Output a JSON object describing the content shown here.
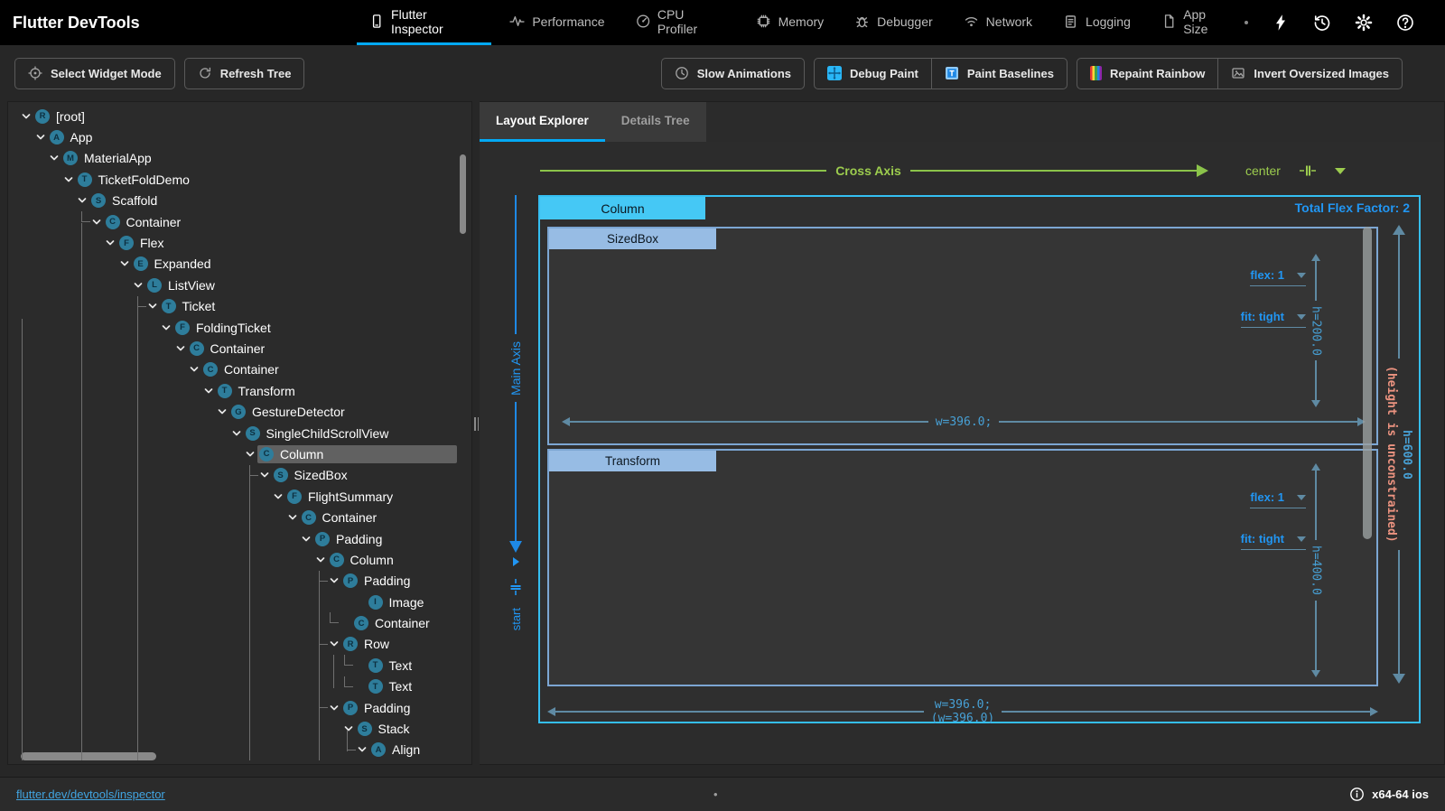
{
  "header": {
    "title": "Flutter DevTools",
    "tabs": [
      {
        "label": "Flutter Inspector",
        "icon": "device-icon",
        "active": true
      },
      {
        "label": "Performance",
        "icon": "performance-icon",
        "active": false
      },
      {
        "label": "CPU Profiler",
        "icon": "cpu-profiler-icon",
        "active": false
      },
      {
        "label": "Memory",
        "icon": "memory-icon",
        "active": false
      },
      {
        "label": "Debugger",
        "icon": "debugger-icon",
        "active": false
      },
      {
        "label": "Network",
        "icon": "network-icon",
        "active": false
      },
      {
        "label": "Logging",
        "icon": "logging-icon",
        "active": false
      },
      {
        "label": "App Size",
        "icon": "app-size-icon",
        "active": false
      }
    ],
    "actions": [
      {
        "name": "hot-reload",
        "icon": "bolt-icon"
      },
      {
        "name": "history",
        "icon": "history-icon"
      },
      {
        "name": "settings",
        "icon": "gear-icon"
      },
      {
        "name": "help",
        "icon": "help-icon"
      }
    ]
  },
  "toolbar": {
    "select_widget_mode": "Select Widget Mode",
    "refresh_tree": "Refresh Tree",
    "slow_animations": "Slow Animations",
    "debug_paint": "Debug Paint",
    "paint_baselines": "Paint Baselines",
    "repaint_rainbow": "Repaint Rainbow",
    "invert_oversized_images": "Invert Oversized Images"
  },
  "widget_tree": {
    "nodes": [
      {
        "label": "[root]",
        "badge": "R",
        "indent": 0
      },
      {
        "label": "App",
        "badge": "A",
        "indent": 1
      },
      {
        "label": "MaterialApp",
        "badge": "M",
        "indent": 2
      },
      {
        "label": "TicketFoldDemo",
        "badge": "T",
        "indent": 3
      },
      {
        "label": "Scaffold",
        "badge": "S",
        "indent": 4
      },
      {
        "label": "Container",
        "badge": "C",
        "indent": 5,
        "connector": true
      },
      {
        "label": "Flex",
        "badge": "F",
        "indent": 6
      },
      {
        "label": "Expanded",
        "badge": "E",
        "indent": 7
      },
      {
        "label": "ListView",
        "badge": "L",
        "indent": 8
      },
      {
        "label": "Ticket",
        "badge": "T",
        "indent": 9,
        "connector": true
      },
      {
        "label": "FoldingTicket",
        "badge": "F",
        "indent": 10
      },
      {
        "label": "Container",
        "badge": "C",
        "indent": 11
      },
      {
        "label": "Container",
        "badge": "C",
        "indent": 12
      },
      {
        "label": "Transform",
        "badge": "T",
        "indent": 13
      },
      {
        "label": "GestureDetector",
        "badge": "G",
        "indent": 14
      },
      {
        "label": "SingleChildScrollView",
        "badge": "S",
        "indent": 15
      },
      {
        "label": "Column",
        "badge": "C",
        "indent": 16,
        "selected": true
      },
      {
        "label": "SizedBox",
        "badge": "S",
        "indent": 17,
        "connector": true
      },
      {
        "label": "FlightSummary",
        "badge": "F",
        "indent": 18
      },
      {
        "label": "Container",
        "badge": "C",
        "indent": 19
      },
      {
        "label": "Padding",
        "badge": "P",
        "indent": 20
      },
      {
        "label": "Column",
        "badge": "C",
        "indent": 21
      },
      {
        "label": "Padding",
        "badge": "P",
        "indent": 22,
        "connector": true
      },
      {
        "label": "Image",
        "badge": "I",
        "indent": 23,
        "leaf": true
      },
      {
        "label": "Container",
        "badge": "C",
        "indent": 22,
        "leaf": true,
        "connector": true
      },
      {
        "label": "Row",
        "badge": "R",
        "indent": 22,
        "connector": true
      },
      {
        "label": "Text",
        "badge": "T",
        "indent": 23,
        "leaf": true,
        "connector": true
      },
      {
        "label": "Text",
        "badge": "T",
        "indent": 23,
        "leaf": true,
        "connector": true
      },
      {
        "label": "Padding",
        "badge": "P",
        "indent": 22,
        "connector": true
      },
      {
        "label": "Stack",
        "badge": "S",
        "indent": 23
      },
      {
        "label": "Align",
        "badge": "A",
        "indent": 24,
        "connector": true
      }
    ]
  },
  "layout_explorer": {
    "tabs": [
      "Layout Explorer",
      "Details Tree"
    ],
    "cross_axis": {
      "label": "Cross Axis",
      "value": "center"
    },
    "main_axis": {
      "label": "Main Axis",
      "value": "start"
    },
    "total_flex_factor": "Total Flex Factor: 2",
    "root": {
      "name": "Column",
      "height": "h=600.0",
      "height_note": "(height is unconstrained)"
    },
    "children": [
      {
        "name": "SizedBox",
        "flex": "flex: 1",
        "fit": "fit: tight",
        "height": "h=200.0",
        "width": "w=396.0;"
      },
      {
        "name": "Transform",
        "flex": "flex: 1",
        "fit": "fit: tight",
        "height": "h=400.0",
        "width": "w=396.0;",
        "width_constraint": "(w=396.0)"
      }
    ]
  },
  "status_bar": {
    "link": "flutter.dev/devtools/inspector",
    "separator": "•",
    "platform": "x64-64 ios"
  },
  "colors": {
    "accent_blue": "#03a9f4",
    "flex_blue": "#2196f3",
    "dimension_blue": "#47a0d5",
    "axis_green": "#9ccc4e",
    "root_box_cyan": "#35bff2",
    "child_box_blue": "#97bce4",
    "unconstrained_salmon": "#ec9380",
    "badge_teal": "#2e7d9b",
    "selected_row_gray": "#616161"
  }
}
